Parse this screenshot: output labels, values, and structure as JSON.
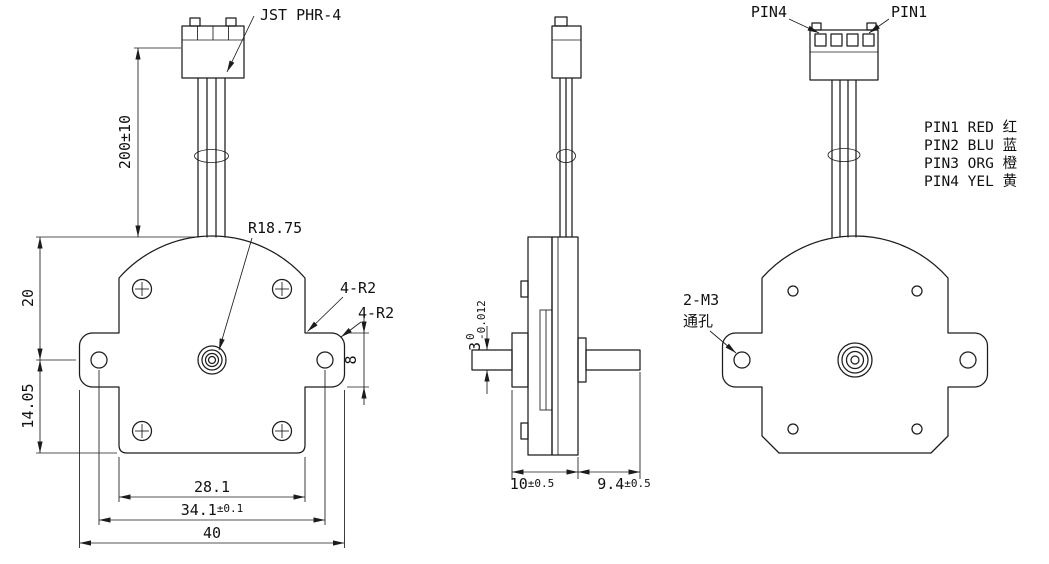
{
  "front_view": {
    "connector_label": "JST PHR-4",
    "dims": {
      "cable": "200±10",
      "upper": "20",
      "lower": "14.05",
      "ear_height": "8",
      "width_inner": "28.1",
      "width_holes": "34.1",
      "width_holes_tol": "±0.1",
      "width_overall": "40"
    },
    "callouts": {
      "radius": "R18.75",
      "fillet_a": "4-R2",
      "fillet_b": "4-R2"
    }
  },
  "side_view": {
    "dims": {
      "shaft_dia": "3",
      "shaft_dia_tol_upper": "0",
      "shaft_dia_tol_lower": "-0.012",
      "thickness": "10",
      "thickness_tol": "±0.5",
      "shaft_len": "9.4",
      "shaft_len_tol": "±0.5"
    }
  },
  "back_view": {
    "pin4": "PIN4",
    "pin1": "PIN1",
    "hole_note_line1": "2-M3",
    "hole_note_line2": "通孔",
    "pin_colors": [
      "PIN1 RED 红",
      "PIN2 BLU 蓝",
      "PIN3 ORG 橙",
      "PIN4 YEL 黄"
    ]
  },
  "colors": {
    "line": "#1c1c1c",
    "background": "#ffffff"
  }
}
